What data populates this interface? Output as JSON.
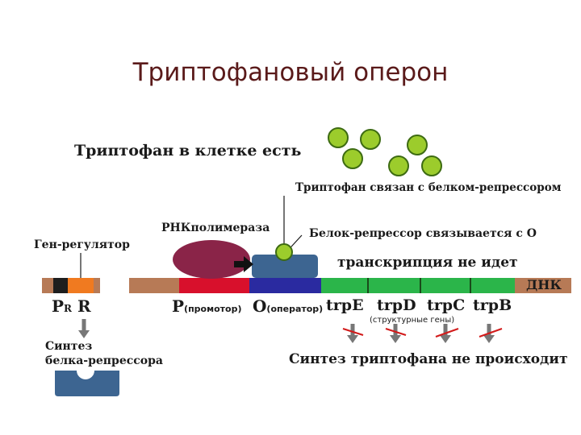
{
  "title": "Триптофановый оперон",
  "heading": "Триптофан в клетке есть",
  "labels": {
    "bound_note": "Триптофан связан с белком-репрессором",
    "rna_pol": "РНКполимераза",
    "repressor_binds": "Белок-репрессор связывается с О",
    "gene_regulator": "Ген-регулятор",
    "no_transcription": "транскрипция не идет",
    "dna": "ДНК",
    "pr": "P",
    "pr_sub": "R",
    "r": "R",
    "p": "P",
    "p_sub": "(промотор)",
    "o": "O",
    "o_sub": "(оператор)",
    "genes": [
      "trpE",
      "trpD",
      "trpC",
      "trpB"
    ],
    "structural_genes": "(структурные гены)",
    "synthesis_repressor": [
      "Синтез",
      "белка-репрессора"
    ],
    "no_trp_synthesis": "Синтез триптофана не происходит"
  },
  "colors": {
    "dna": "#b77a56",
    "promoter": "#d8102c",
    "operator": "#2a2aa0",
    "genes": "#2bb54a",
    "repressor": "#3d6591",
    "rna_polymerase": "#8a2448",
    "tryptophan": "#9ccc2c",
    "regulator_dark": "#1e1e1e",
    "regulator_orange": "#f07a20"
  }
}
